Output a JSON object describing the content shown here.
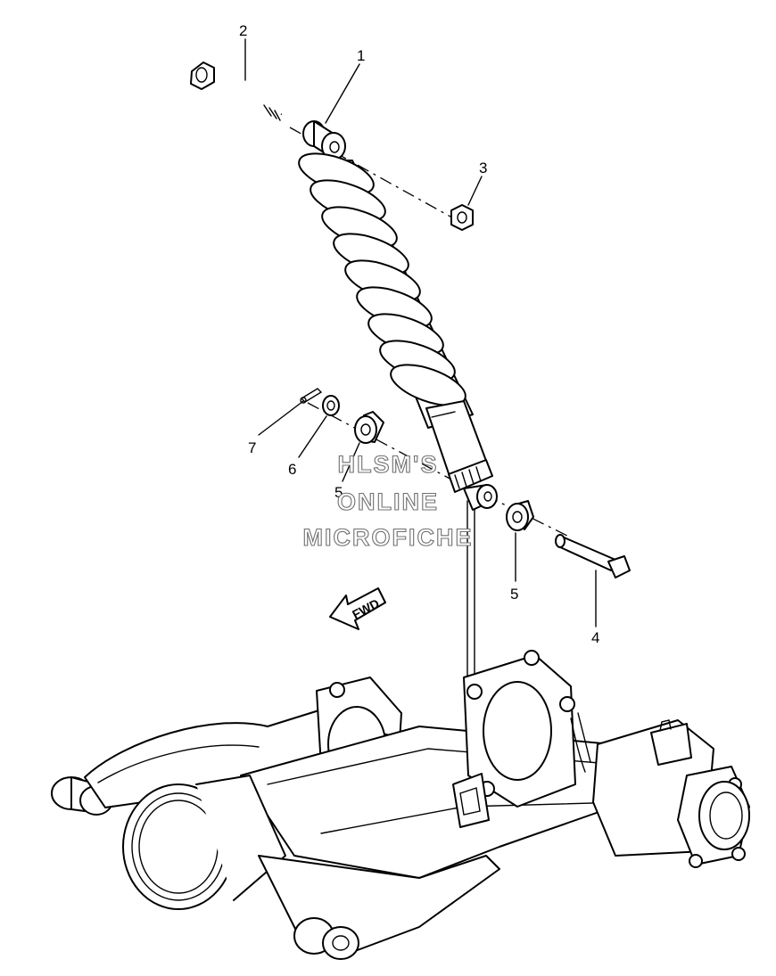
{
  "callouts": {
    "c1": "1",
    "c2": "2",
    "c3": "3",
    "c4": "4",
    "c5a": "5",
    "c5b": "5",
    "c6": "6",
    "c7": "7"
  },
  "direction_label": "FWD",
  "watermark": {
    "line1": "HLSM'S",
    "line2": "ONLINE",
    "line3": "MICROFICHE"
  }
}
